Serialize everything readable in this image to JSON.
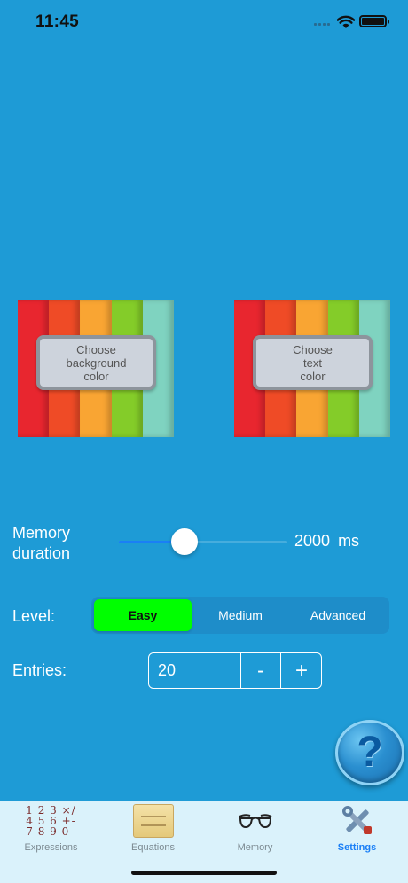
{
  "status_bar": {
    "time": "11:45"
  },
  "color_buttons": [
    {
      "label": "Choose\nbackground\ncolor"
    },
    {
      "label": "Choose\ntext\ncolor"
    }
  ],
  "stripe_colors": [
    "#e8262f",
    "#ef4b26",
    "#f9a533",
    "#84cc29",
    "#7fd3c0"
  ],
  "memory": {
    "label": "Memory\nduration",
    "value": "2000",
    "unit": "ms",
    "slider_fraction": 0.37
  },
  "level": {
    "label": "Level:",
    "options": [
      "Easy",
      "Medium",
      "Advanced"
    ],
    "selected": "Easy"
  },
  "entries": {
    "label": "Entries:",
    "value": "20",
    "decrement": "-",
    "increment": "+"
  },
  "help": {
    "icon": "question-mark-icon",
    "symbol": "?"
  },
  "tabs": [
    {
      "label": "Expressions",
      "icon": "numbers-icon",
      "glyph": "1 2 3 ×/\n4 5 6 +-\n7 8 9 0"
    },
    {
      "label": "Equations",
      "icon": "scroll-icon"
    },
    {
      "label": "Memory",
      "icon": "glasses-icon"
    },
    {
      "label": "Settings",
      "icon": "tools-icon",
      "active": true
    }
  ],
  "colors": {
    "background": "#1e9bd6",
    "accent": "#1a7ff6",
    "selected_segment": "#00ff00"
  }
}
